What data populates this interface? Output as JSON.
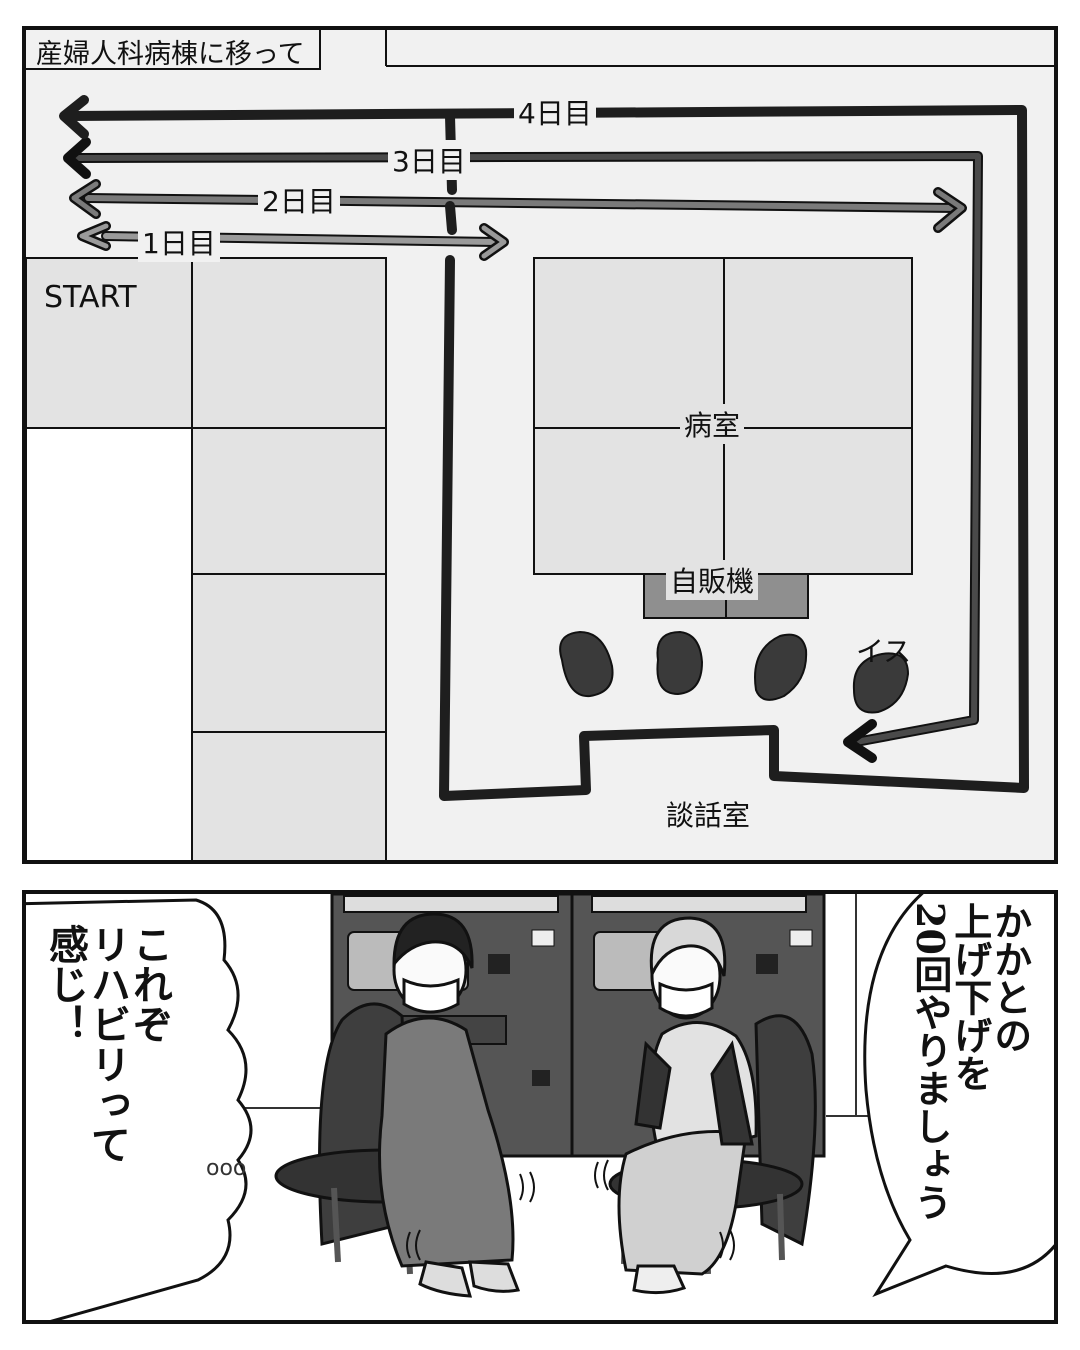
{
  "top_panel": {
    "title": "産婦人科病棟に移って",
    "start_label": "START",
    "days": [
      "1日目",
      "2日目",
      "3日目",
      "4日目"
    ],
    "rooms": {
      "ward": "病室",
      "vending": "自販機",
      "chairs": "イス",
      "lounge": "談話室"
    }
  },
  "bottom_panel": {
    "left_thought": "これぞ\nリハビリって\n感じ！",
    "right_speech": "かかとの\n上げ下げを\n20回やりましょう",
    "thought_dots": "ooo"
  },
  "colors": {
    "line_dark": "#222222",
    "line_mid": "#555555",
    "line_light": "#8a8a8a",
    "floor": "#f1f1f1",
    "room_fill": "#e3e3e3",
    "vending_fill": "#8f8f8f"
  }
}
